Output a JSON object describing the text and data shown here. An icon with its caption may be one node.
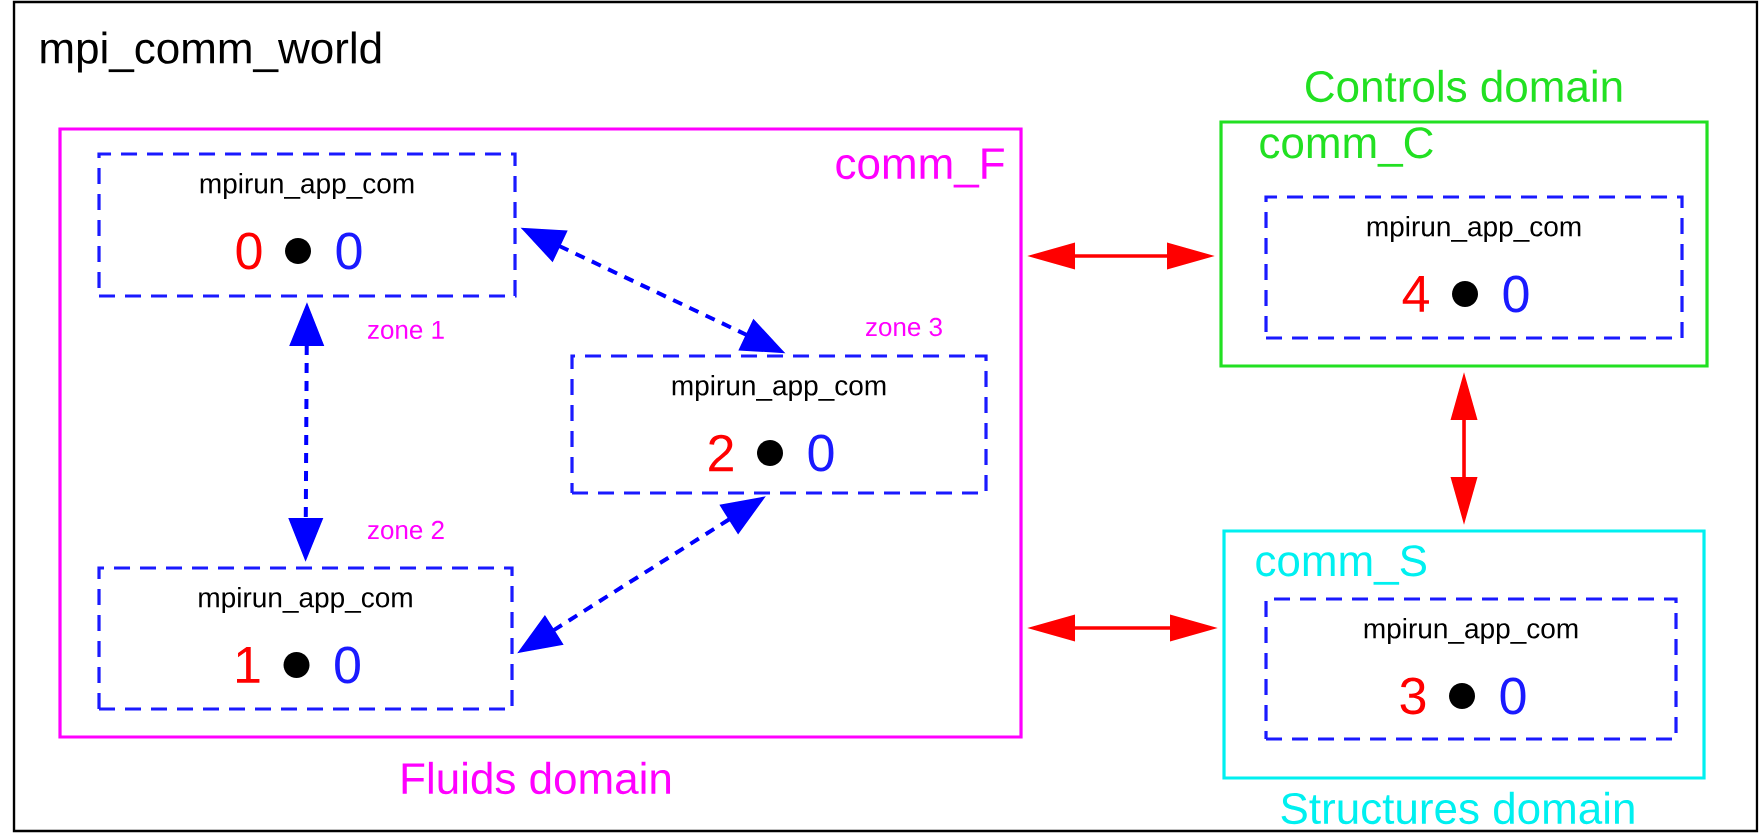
{
  "diagram": {
    "nodes": [
      {
        "text": [
          "mpi_comm_world"
        ]
      },
      {
        "text": [
          "comm_F",
          "Fluids domain"
        ],
        "in": 0
      },
      {
        "text": [
          "mpirun_app_com",
          "0",
          "0"
        ],
        "in": 1,
        "beside": [
          "zone 1"
        ]
      },
      {
        "text": [
          "mpirun_app_com",
          "2",
          "0"
        ],
        "in": 1,
        "beside": [
          "zone 3"
        ]
      },
      {
        "text": [
          "mpirun_app_com",
          "1",
          "0"
        ],
        "in": 1,
        "beside": [
          "zone 2"
        ]
      },
      {
        "text": [
          "Controls domain",
          "comm_C"
        ],
        "in": 0
      },
      {
        "text": [
          "mpirun_app_com",
          "4",
          "0"
        ],
        "in": 5
      },
      {
        "text": [
          "comm_S",
          "Structures domain"
        ],
        "in": 0
      },
      {
        "text": [
          "mpirun_app_com",
          "3",
          "0"
        ],
        "in": 7
      }
    ],
    "edges": [
      {
        "from": 2,
        "to": 3,
        "arrow": "both",
        "style": "dashed",
        "color": "#0000ff"
      },
      {
        "from": 2,
        "to": 4,
        "arrow": "both",
        "style": "dashed",
        "color": "#0000ff"
      },
      {
        "from": 4,
        "to": 3,
        "arrow": "both",
        "style": "dashed",
        "color": "#0000ff"
      },
      {
        "from": 1,
        "to": 5,
        "arrow": "both",
        "color": "#ff0000"
      },
      {
        "from": 5,
        "to": 7,
        "arrow": "both",
        "color": "#ff0000"
      },
      {
        "from": 1,
        "to": 7,
        "arrow": "both",
        "color": "#ff0000"
      }
    ]
  }
}
